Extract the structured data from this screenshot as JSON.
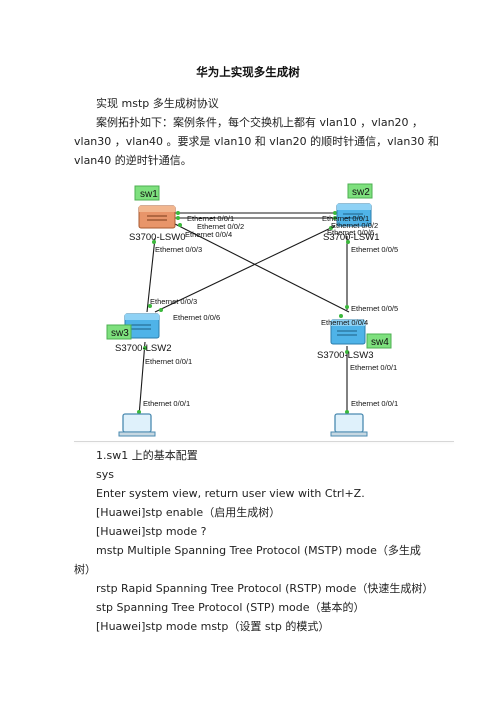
{
  "doc": {
    "title": "华为上实现多生成树",
    "intro_heading": "实现 mstp 多生成树协议",
    "intro_text": "案例拓扑如下：案例条件，每个交换机上都有 vlan10 ，vlan20 ，vlan30 ，vlan40 。要求是 vlan10 和 vlan20 的顺时针通信，vlan30 和 vlan40 的逆时针通信。"
  },
  "topology": {
    "switches": [
      {
        "tag": "sw1",
        "name": "S3700-LSW0"
      },
      {
        "tag": "sw2",
        "name": "S3700-LSW1"
      },
      {
        "tag": "sw3",
        "name": "S3700-LSW2"
      },
      {
        "tag": "sw4",
        "name": "S3700-LSW3"
      }
    ],
    "ports": {
      "p1": "Ethernet 0/0/1",
      "p2": "Ethernet 0/0/2",
      "p4": "Ethernet 0/0/4",
      "p3": "Ethernet 0/0/3",
      "p_sw2_1": "Ethernet 0/0/1",
      "p_sw2_2": "Ethernet 0/0/2",
      "p_sw2_6": "Ethernet 0/0/6",
      "p_sw2_5": "Ethernet 0/0/5",
      "p_sw3_3": "Ethernet 0/0/3",
      "p_sw3_6": "Ethernet 0/0/6",
      "p_sw3_1": "Ethernet 0/0/1",
      "p_sw4_5": "Ethernet 0/0/5",
      "p_sw4_4": "Ethernet 0/0/4",
      "p_sw4_1": "Ethernet 0/0/1",
      "pc1_port": "Ethernet 0/0/1",
      "pc2_port": "Ethernet 0/0/1"
    },
    "colors": {
      "tag_bg": "#7ee07e",
      "sw1_body": "#e8956a",
      "sw_body": "#4fb3e8",
      "link": "#1a1a1a"
    }
  },
  "config": {
    "lines": [
      "1.sw1 上的基本配置",
      "sys",
      "Enter system view, return user view with Ctrl+Z.",
      "[Huawei]stp enable（启用生成树）",
      "[Huawei]stp mode ?",
      "mstp Multiple Spanning Tree Protocol (MSTP) mode（多生成",
      "树）",
      "rstp Rapid Spanning Tree Protocol (RSTP) mode（快速生成树）",
      "stp Spanning Tree Protocol (STP) mode（基本的）",
      "[Huawei]stp mode mstp（设置 stp 的模式）"
    ]
  }
}
